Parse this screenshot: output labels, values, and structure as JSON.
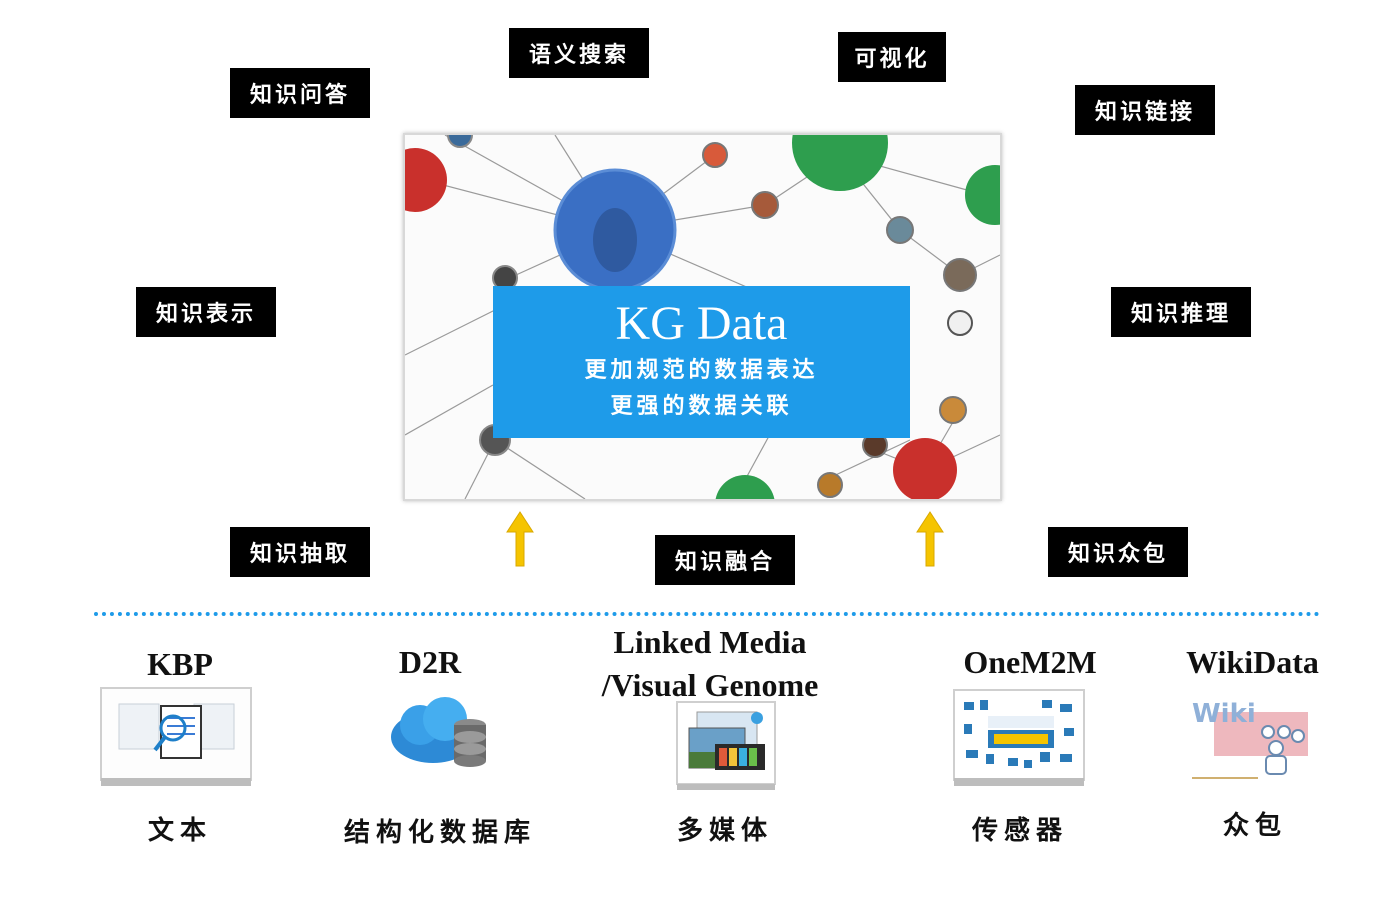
{
  "applications": {
    "qa": "知识问答",
    "semantic_search": "语义搜索",
    "visualization": "可视化",
    "linking": "知识链接",
    "representation": "知识表示",
    "reasoning": "知识推理",
    "extraction": "知识抽取",
    "fusion": "知识融合",
    "crowdsourcing": "知识众包"
  },
  "kg": {
    "title": "KG Data",
    "line1": "更加规范的数据表达",
    "line2": "更强的数据关联"
  },
  "sources": [
    {
      "name": "KBP",
      "caption": "文本",
      "icon": "document-search-icon"
    },
    {
      "name": "D2R",
      "caption": "结构化数据库",
      "icon": "cloud-database-icon"
    },
    {
      "name": "Linked Media\n/Visual Genome",
      "name_line1": "Linked Media",
      "name_line2": "/Visual Genome",
      "caption": "多媒体",
      "icon": "media-photos-icon"
    },
    {
      "name": "OneM2M",
      "caption": "传感器",
      "icon": "internet-of-things-icon"
    },
    {
      "name": "WikiData",
      "caption": "众包",
      "icon": "wiki-crowd-icon",
      "logo_text": "Wiki"
    }
  ],
  "colors": {
    "accent_blue": "#1e9be9",
    "label_bg": "#000000",
    "arrow": "#f5c400",
    "node_red": "#c9302c",
    "node_green": "#2e9e4e",
    "node_blue": "#3a6fc4"
  }
}
